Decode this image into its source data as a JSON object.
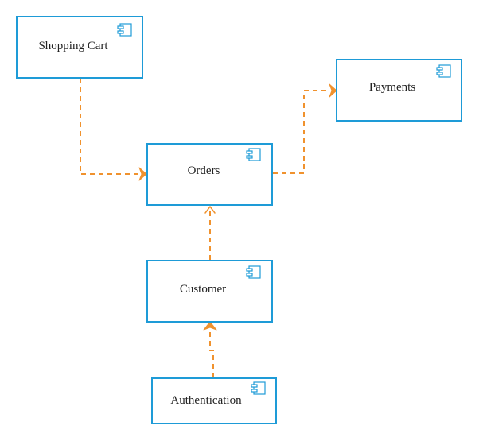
{
  "colors": {
    "component_border": "#1e9bd7",
    "dependency": "#f0922e",
    "text": "#222222",
    "background": "#ffffff"
  },
  "components": {
    "shopping_cart": {
      "label": "Shopping Cart",
      "icon": "component-icon"
    },
    "payments": {
      "label": "Payments",
      "icon": "component-icon"
    },
    "orders": {
      "label": "Orders",
      "icon": "component-icon"
    },
    "customer": {
      "label": "Customer",
      "icon": "component-icon"
    },
    "authentication": {
      "label": "Authentication",
      "icon": "component-icon"
    }
  },
  "dependencies": [
    {
      "from": "Shopping Cart",
      "to": "Orders",
      "style": "dashed",
      "arrowhead": "filled"
    },
    {
      "from": "Orders",
      "to": "Payments",
      "style": "dashed",
      "arrowhead": "filled"
    },
    {
      "from": "Customer",
      "to": "Orders",
      "style": "dashed",
      "arrowhead": "open"
    },
    {
      "from": "Authentication",
      "to": "Customer",
      "style": "dashed",
      "arrowhead": "filled"
    }
  ]
}
